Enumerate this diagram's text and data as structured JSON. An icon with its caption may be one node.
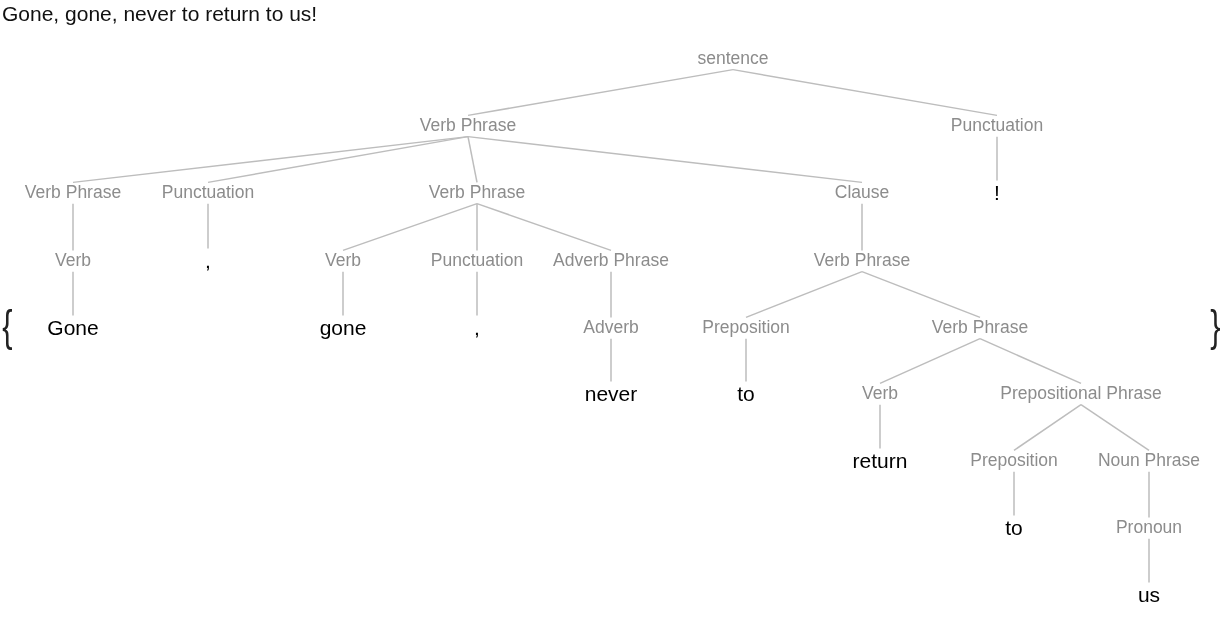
{
  "diagram": {
    "title": "Gone, gone, never to return to us!",
    "nodes": [
      {
        "text": [
          "sentence"
        ]
      },
      {
        "text": [
          "Verb Phrase"
        ]
      },
      {
        "text": [
          "Punctuation"
        ]
      },
      {
        "text": [
          "Verb Phrase"
        ]
      },
      {
        "text": [
          "Punctuation"
        ]
      },
      {
        "text": [
          "Verb Phrase"
        ]
      },
      {
        "text": [
          "Clause"
        ]
      },
      {
        "text": [
          "!"
        ]
      },
      {
        "text": [
          "Verb"
        ]
      },
      {
        "text": [
          ","
        ]
      },
      {
        "text": [
          "Verb"
        ]
      },
      {
        "text": [
          "Punctuation"
        ]
      },
      {
        "text": [
          "Adverb Phrase"
        ]
      },
      {
        "text": [
          "Verb Phrase"
        ]
      },
      {
        "text": [
          "Gone"
        ]
      },
      {
        "text": [
          "gone"
        ]
      },
      {
        "text": [
          ","
        ]
      },
      {
        "text": [
          "Adverb"
        ]
      },
      {
        "text": [
          "Preposition"
        ]
      },
      {
        "text": [
          "Verb Phrase"
        ]
      },
      {
        "text": [
          "never"
        ]
      },
      {
        "text": [
          "to"
        ]
      },
      {
        "text": [
          "Verb"
        ]
      },
      {
        "text": [
          "Prepositional Phrase"
        ]
      },
      {
        "text": [
          "return"
        ]
      },
      {
        "text": [
          "Preposition"
        ]
      },
      {
        "text": [
          "Noun Phrase"
        ]
      },
      {
        "text": [
          "to"
        ]
      },
      {
        "text": [
          "Pronoun"
        ]
      },
      {
        "text": [
          "us"
        ]
      }
    ],
    "edges": [
      {
        "from": 0,
        "to": 1,
        "arrow": "none"
      },
      {
        "from": 0,
        "to": 2,
        "arrow": "none"
      },
      {
        "from": 1,
        "to": 3,
        "arrow": "none"
      },
      {
        "from": 1,
        "to": 4,
        "arrow": "none"
      },
      {
        "from": 1,
        "to": 5,
        "arrow": "none"
      },
      {
        "from": 1,
        "to": 6,
        "arrow": "none"
      },
      {
        "from": 2,
        "to": 7,
        "arrow": "none"
      },
      {
        "from": 3,
        "to": 8,
        "arrow": "none"
      },
      {
        "from": 4,
        "to": 9,
        "arrow": "none"
      },
      {
        "from": 5,
        "to": 10,
        "arrow": "none"
      },
      {
        "from": 5,
        "to": 11,
        "arrow": "none"
      },
      {
        "from": 5,
        "to": 12,
        "arrow": "none"
      },
      {
        "from": 6,
        "to": 13,
        "arrow": "none"
      },
      {
        "from": 8,
        "to": 14,
        "arrow": "none"
      },
      {
        "from": 10,
        "to": 15,
        "arrow": "none"
      },
      {
        "from": 11,
        "to": 16,
        "arrow": "none"
      },
      {
        "from": 12,
        "to": 17,
        "arrow": "none"
      },
      {
        "from": 13,
        "to": 18,
        "arrow": "none"
      },
      {
        "from": 13,
        "to": 19,
        "arrow": "none"
      },
      {
        "from": 17,
        "to": 20,
        "arrow": "none"
      },
      {
        "from": 18,
        "to": 21,
        "arrow": "none"
      },
      {
        "from": 19,
        "to": 22,
        "arrow": "none"
      },
      {
        "from": 19,
        "to": 23,
        "arrow": "none"
      },
      {
        "from": 22,
        "to": 24,
        "arrow": "none"
      },
      {
        "from": 23,
        "to": 25,
        "arrow": "none"
      },
      {
        "from": 23,
        "to": 26,
        "arrow": "none"
      },
      {
        "from": 25,
        "to": 27,
        "arrow": "none"
      },
      {
        "from": 26,
        "to": 28,
        "arrow": "none"
      },
      {
        "from": 28,
        "to": 29,
        "arrow": "none"
      }
    ],
    "labels": [
      "{",
      "}"
    ]
  }
}
